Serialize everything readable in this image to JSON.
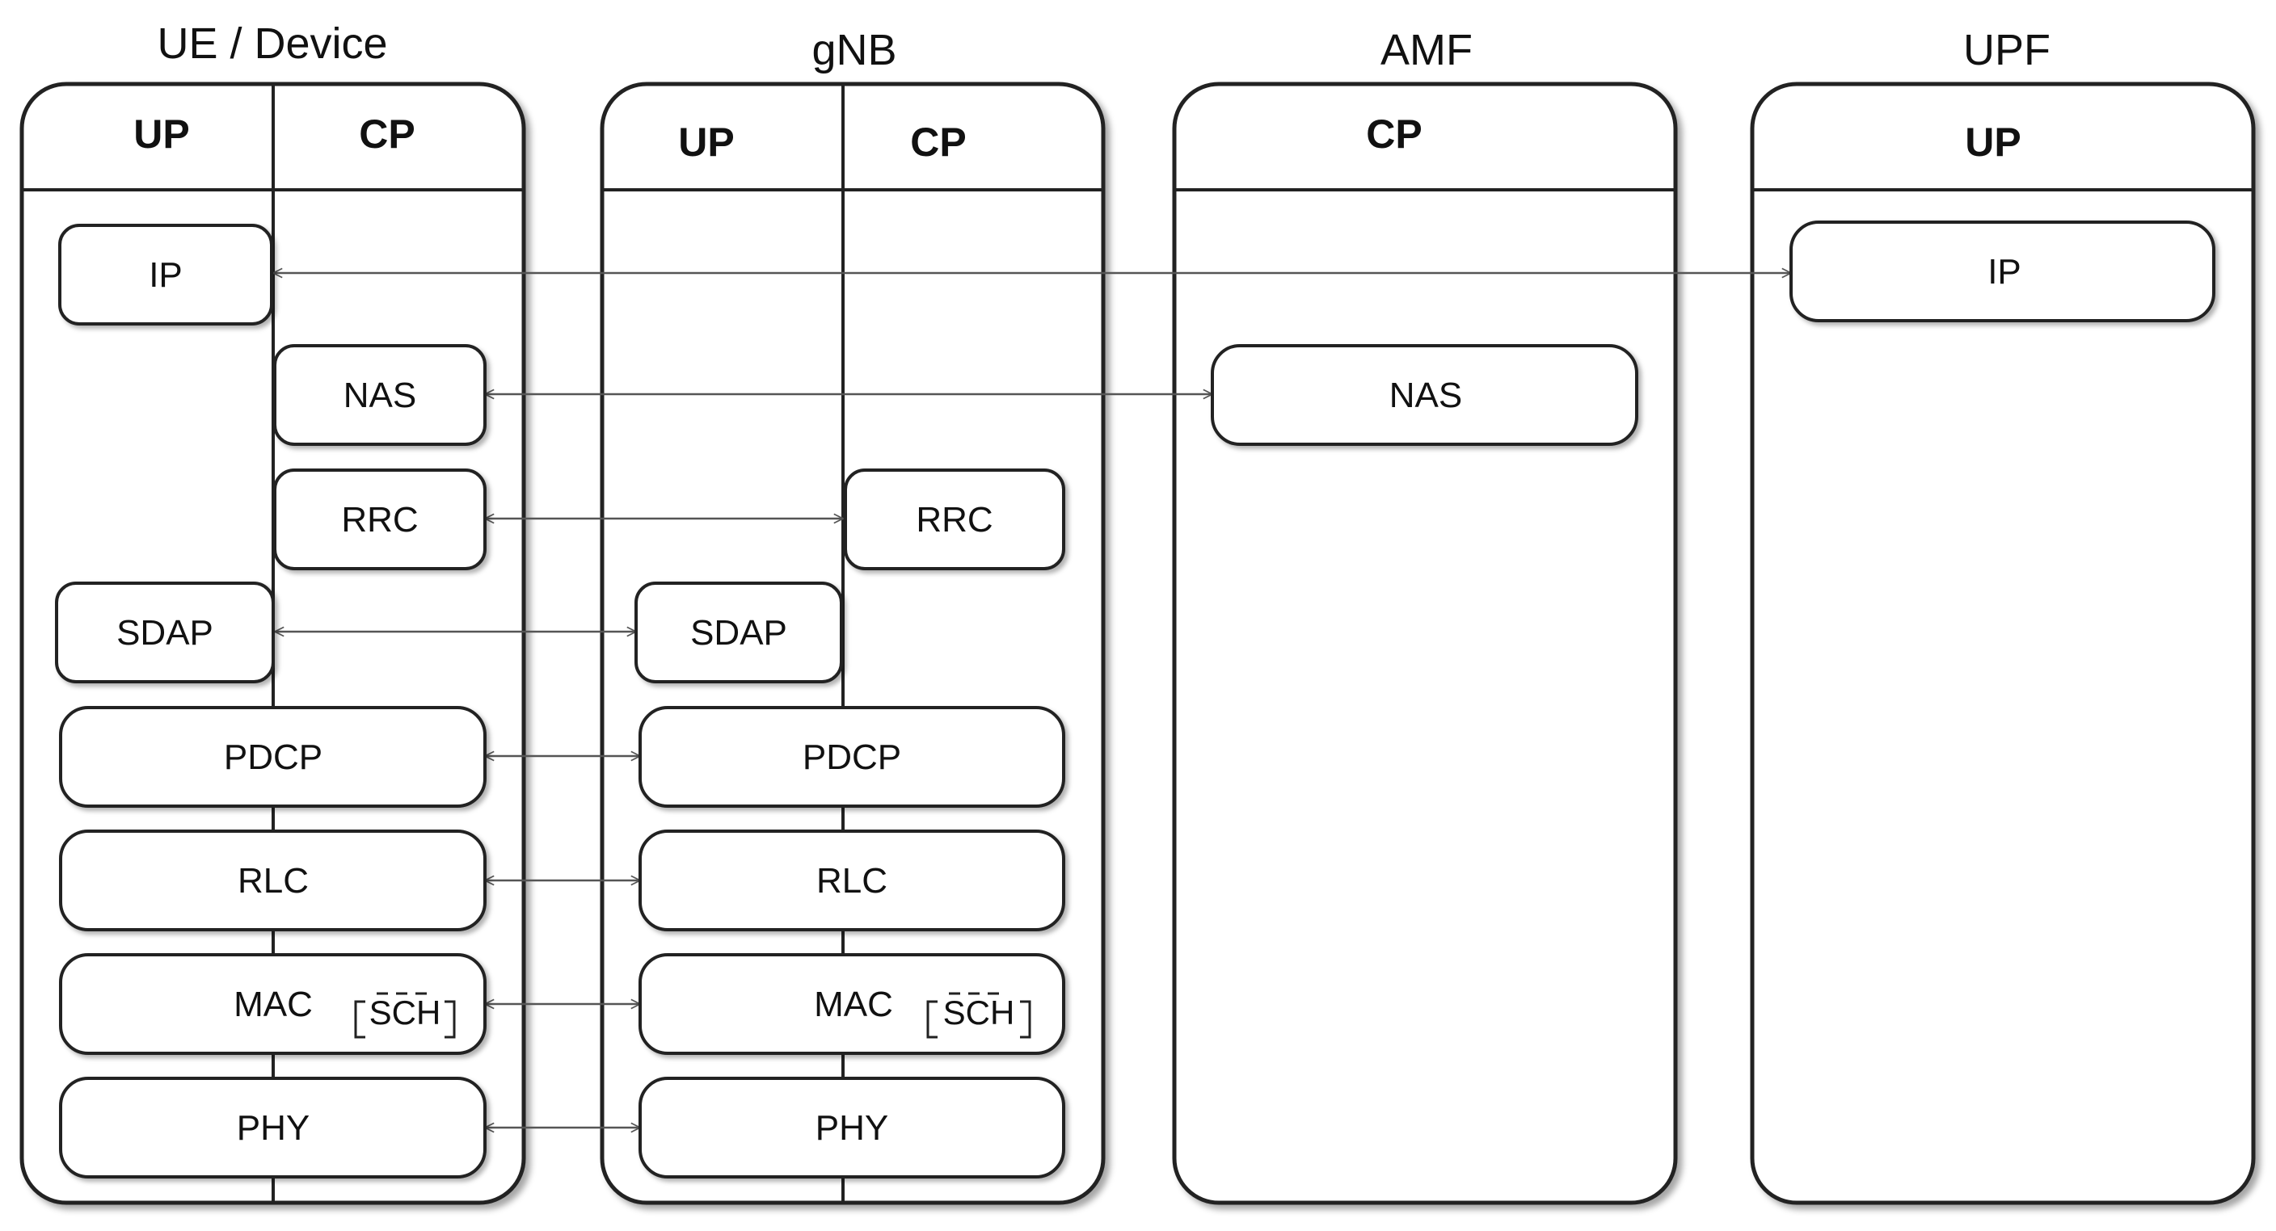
{
  "entities": {
    "ue": {
      "title": "UE / Device",
      "planes": [
        "UP",
        "CP"
      ]
    },
    "gnb": {
      "title": "gNB",
      "planes": [
        "UP",
        "CP"
      ]
    },
    "amf": {
      "title": "AMF",
      "planes": [
        "CP"
      ]
    },
    "upf": {
      "title": "UPF",
      "planes": [
        "UP"
      ]
    }
  },
  "layers": {
    "ip": "IP",
    "nas": "NAS",
    "rrc": "RRC",
    "sdap": "SDAP",
    "pdcp": "PDCP",
    "rlc": "RLC",
    "mac": "MAC",
    "phy": "PHY"
  },
  "sch_label": "SCH"
}
